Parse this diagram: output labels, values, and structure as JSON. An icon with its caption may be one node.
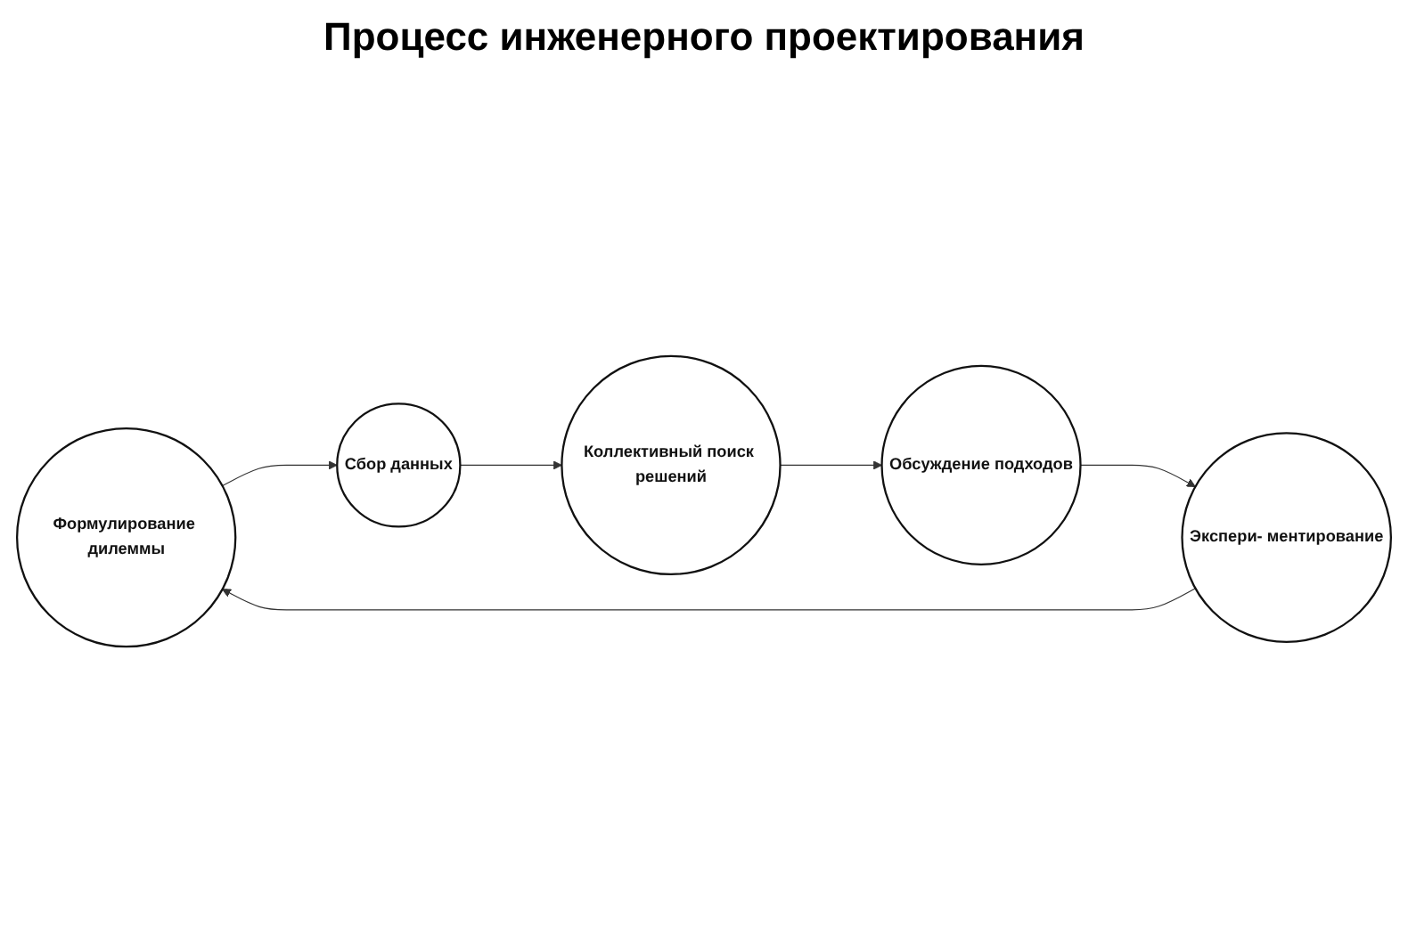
{
  "diagram": {
    "title": "Процесс инженерного проектирования",
    "nodes": [
      {
        "text": [
          "Формулирование дилеммы"
        ]
      },
      {
        "text": [
          "Сбор данных"
        ]
      },
      {
        "text": [
          "Коллективный поиск решений"
        ]
      },
      {
        "text": [
          "Обсуждение подходов"
        ]
      },
      {
        "text": [
          "Экспери- ментирование"
        ]
      }
    ],
    "edges": [
      {
        "from": 0,
        "to": 1,
        "arrow": "to"
      },
      {
        "from": 1,
        "to": 2,
        "arrow": "to"
      },
      {
        "from": 2,
        "to": 3,
        "arrow": "to"
      },
      {
        "from": 3,
        "to": 4,
        "arrow": "to"
      },
      {
        "from": 4,
        "to": 0,
        "arrow": "to"
      }
    ]
  }
}
